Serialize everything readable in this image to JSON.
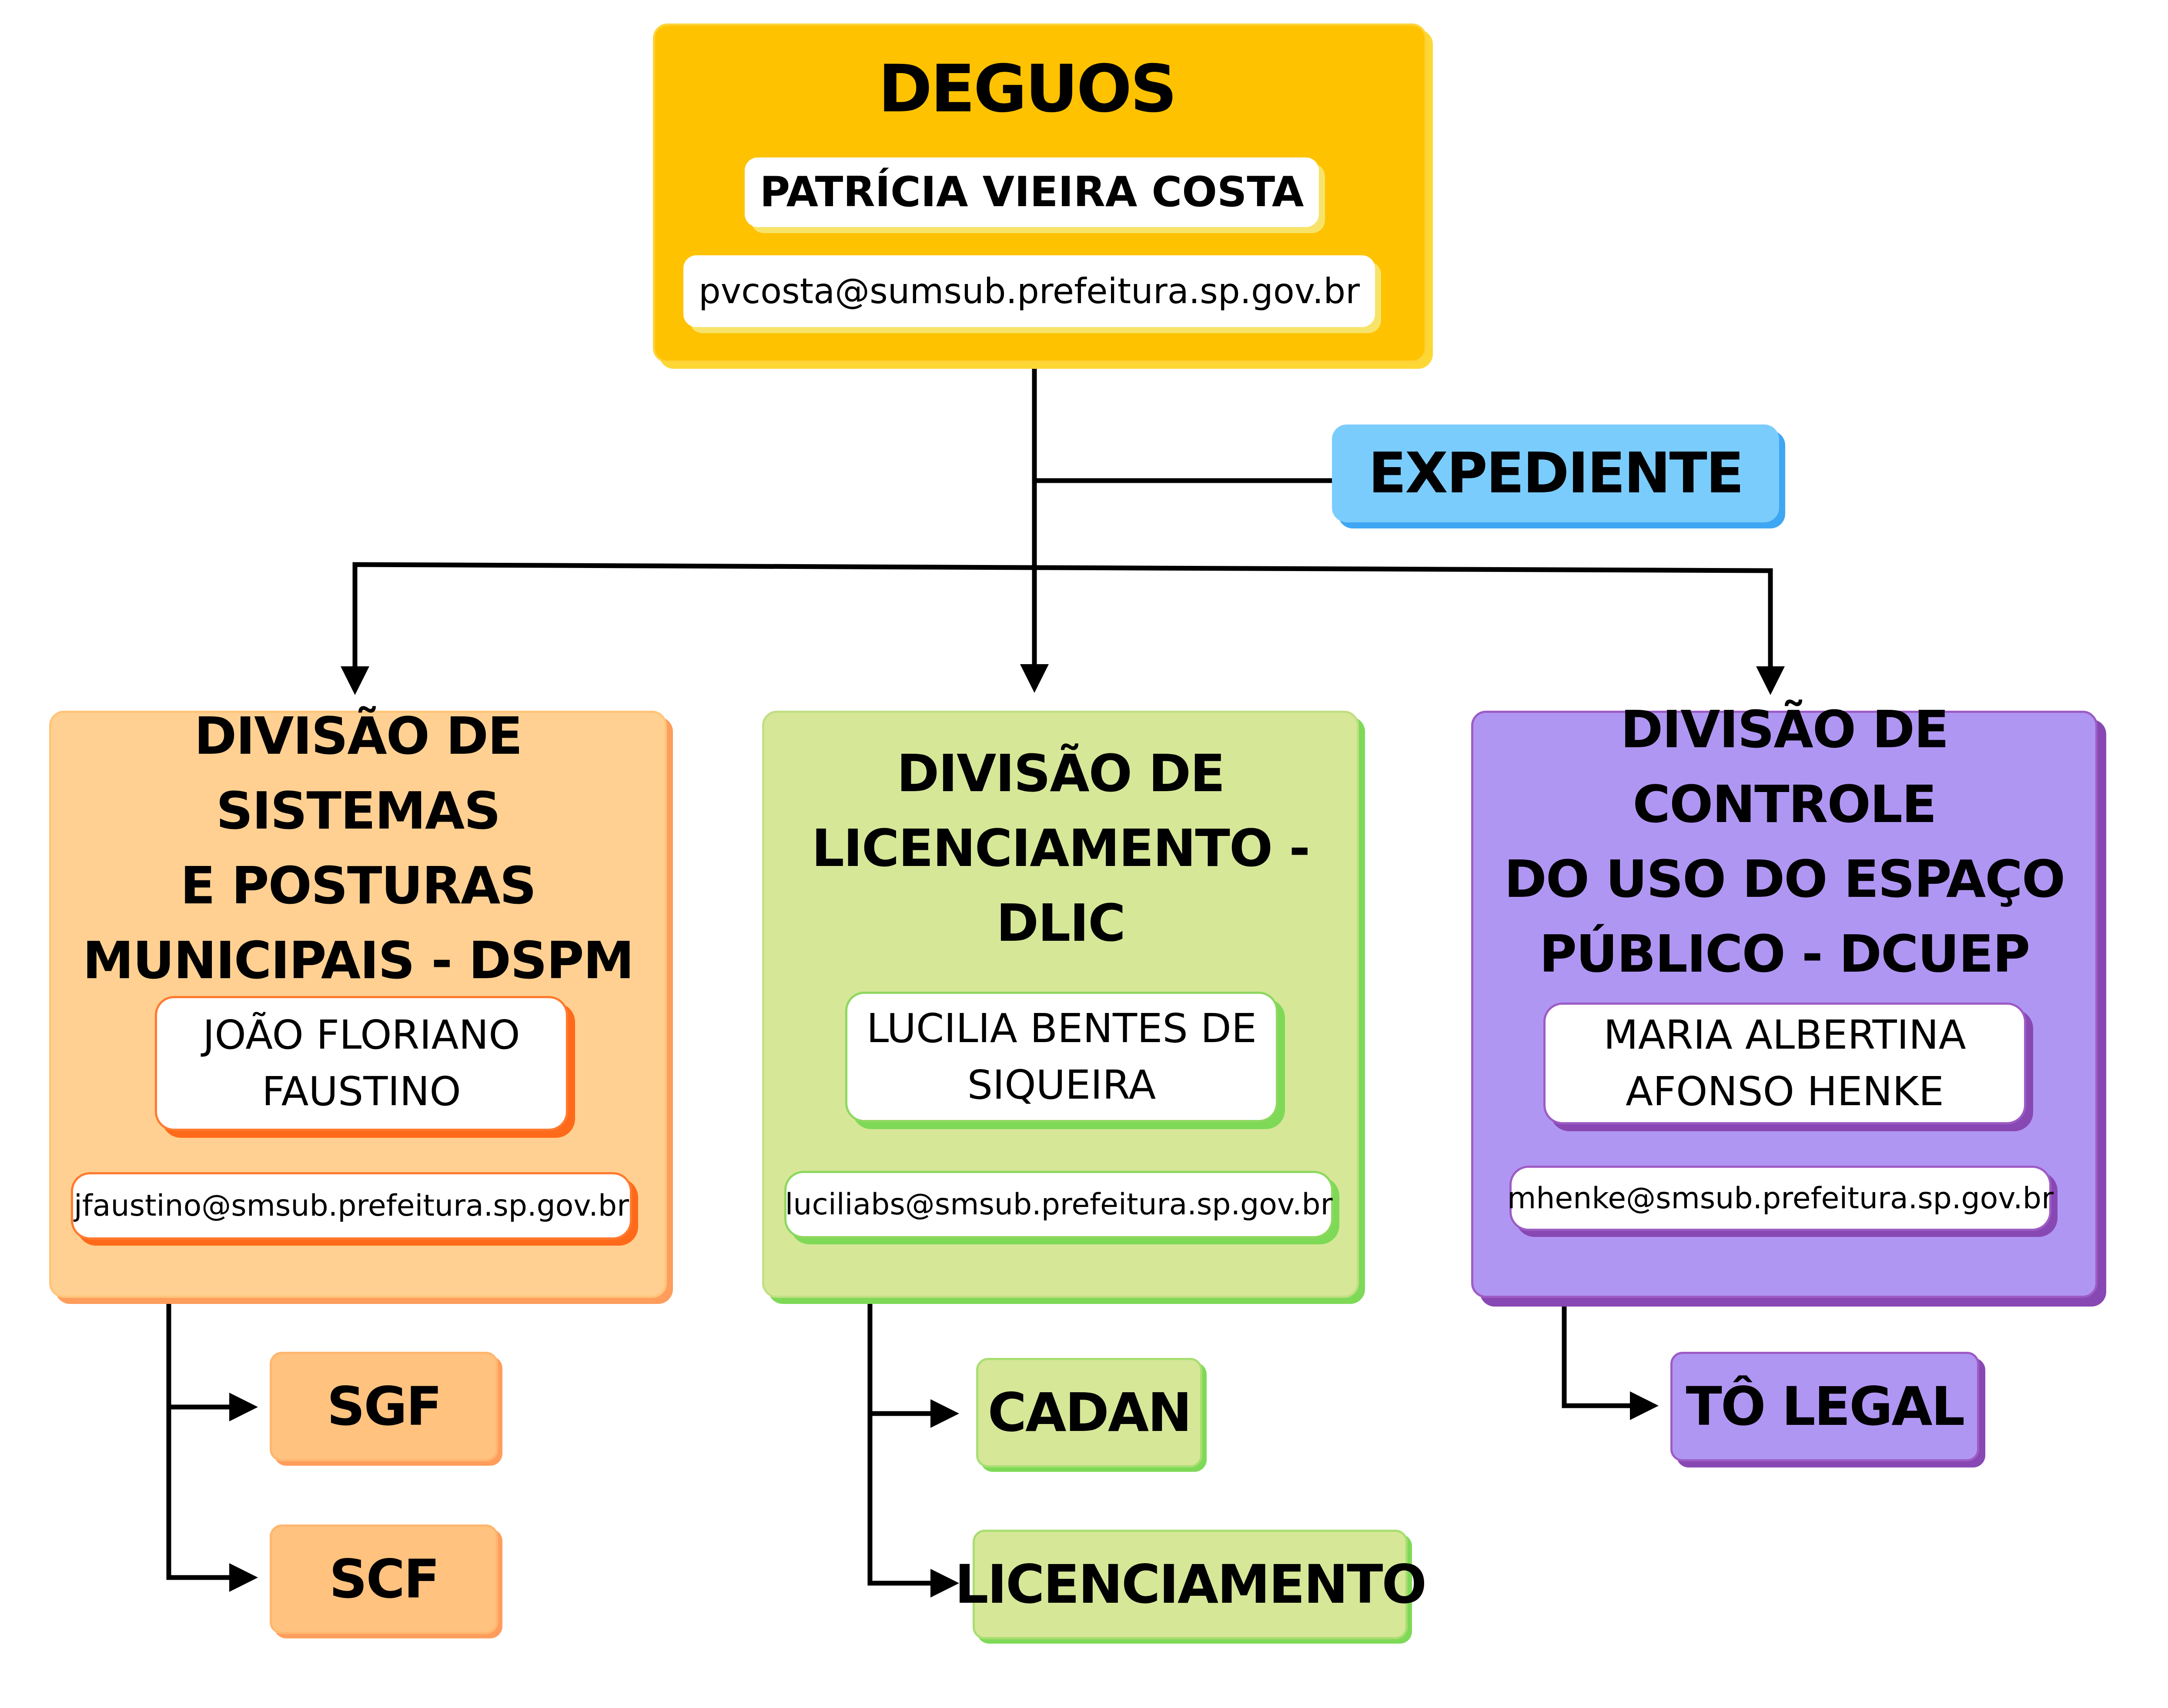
{
  "root": {
    "title": "DEGUOS",
    "name": "PATRÍCIA VIEIRA COSTA",
    "email": "pvcosta@sumsub.prefeitura.sp.gov.br"
  },
  "expediente": "EXPEDIENTE",
  "divisions": [
    {
      "title_lines": [
        "DIVISÃO DE SISTEMAS",
        "E POSTURAS",
        "MUNICIPAIS - DSPM"
      ],
      "person_lines": [
        "JOÃO FLORIANO",
        "FAUSTINO"
      ],
      "email": "jfaustino@smsub.prefeitura.sp.gov.br",
      "units": [
        "SGF",
        "SCF"
      ],
      "color": "#ffd091"
    },
    {
      "title_lines": [
        "DIVISÃO DE",
        "LICENCIAMENTO -",
        "DLIC"
      ],
      "person_lines": [
        "LUCILIA BENTES DE",
        "SIQUEIRA"
      ],
      "email": "luciliabs@smsub.prefeitura.sp.gov.br",
      "units": [
        "CADAN",
        "LICENCIAMENTO"
      ],
      "color": "#d6e798"
    },
    {
      "title_lines": [
        "DIVISÃO DE CONTROLE",
        "DO USO DO ESPAÇO",
        "PÚBLICO - DCUEP"
      ],
      "person_lines": [
        "MARIA ALBERTINA",
        "AFONSO HENKE"
      ],
      "email": "mhenke@smsub.prefeitura.sp.gov.br",
      "units": [
        "TÔ LEGAL"
      ],
      "color": "#b096f3"
    }
  ],
  "colors": {
    "root": "#fec200",
    "expediente": "#7accfd",
    "connector": "#000000"
  }
}
